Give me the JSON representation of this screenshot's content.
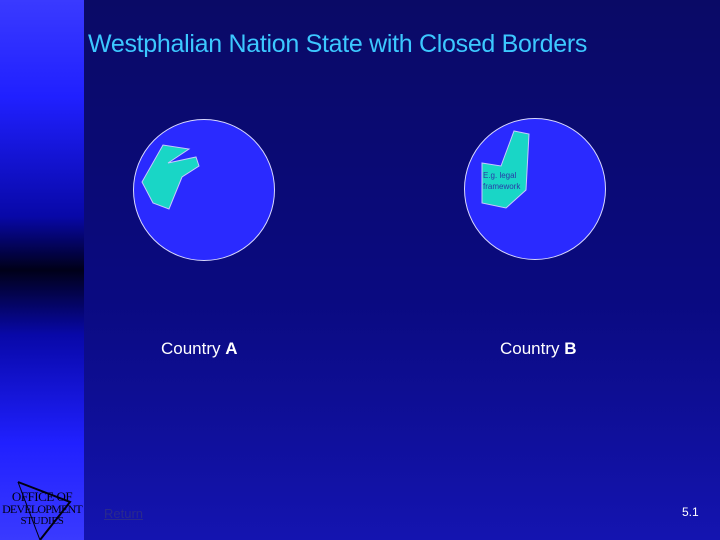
{
  "slide": {
    "title": "Westphalian Nation State with Closed Borders",
    "shape_label": "E.g. legal framework",
    "countries": [
      {
        "prefix": "Country ",
        "letter": "A"
      },
      {
        "prefix": "Country ",
        "letter": "B"
      }
    ],
    "return_label": "Return",
    "slide_number": "5.1"
  },
  "logo": {
    "line1": "OFFICE OF",
    "line2": "DEVELOPMENT",
    "line3": "STUDIES"
  },
  "colors": {
    "title": "#3cc8ff",
    "circle_fill": "#2a2aff",
    "shape_fill": "#19d6c6",
    "text": "#ffffff"
  }
}
